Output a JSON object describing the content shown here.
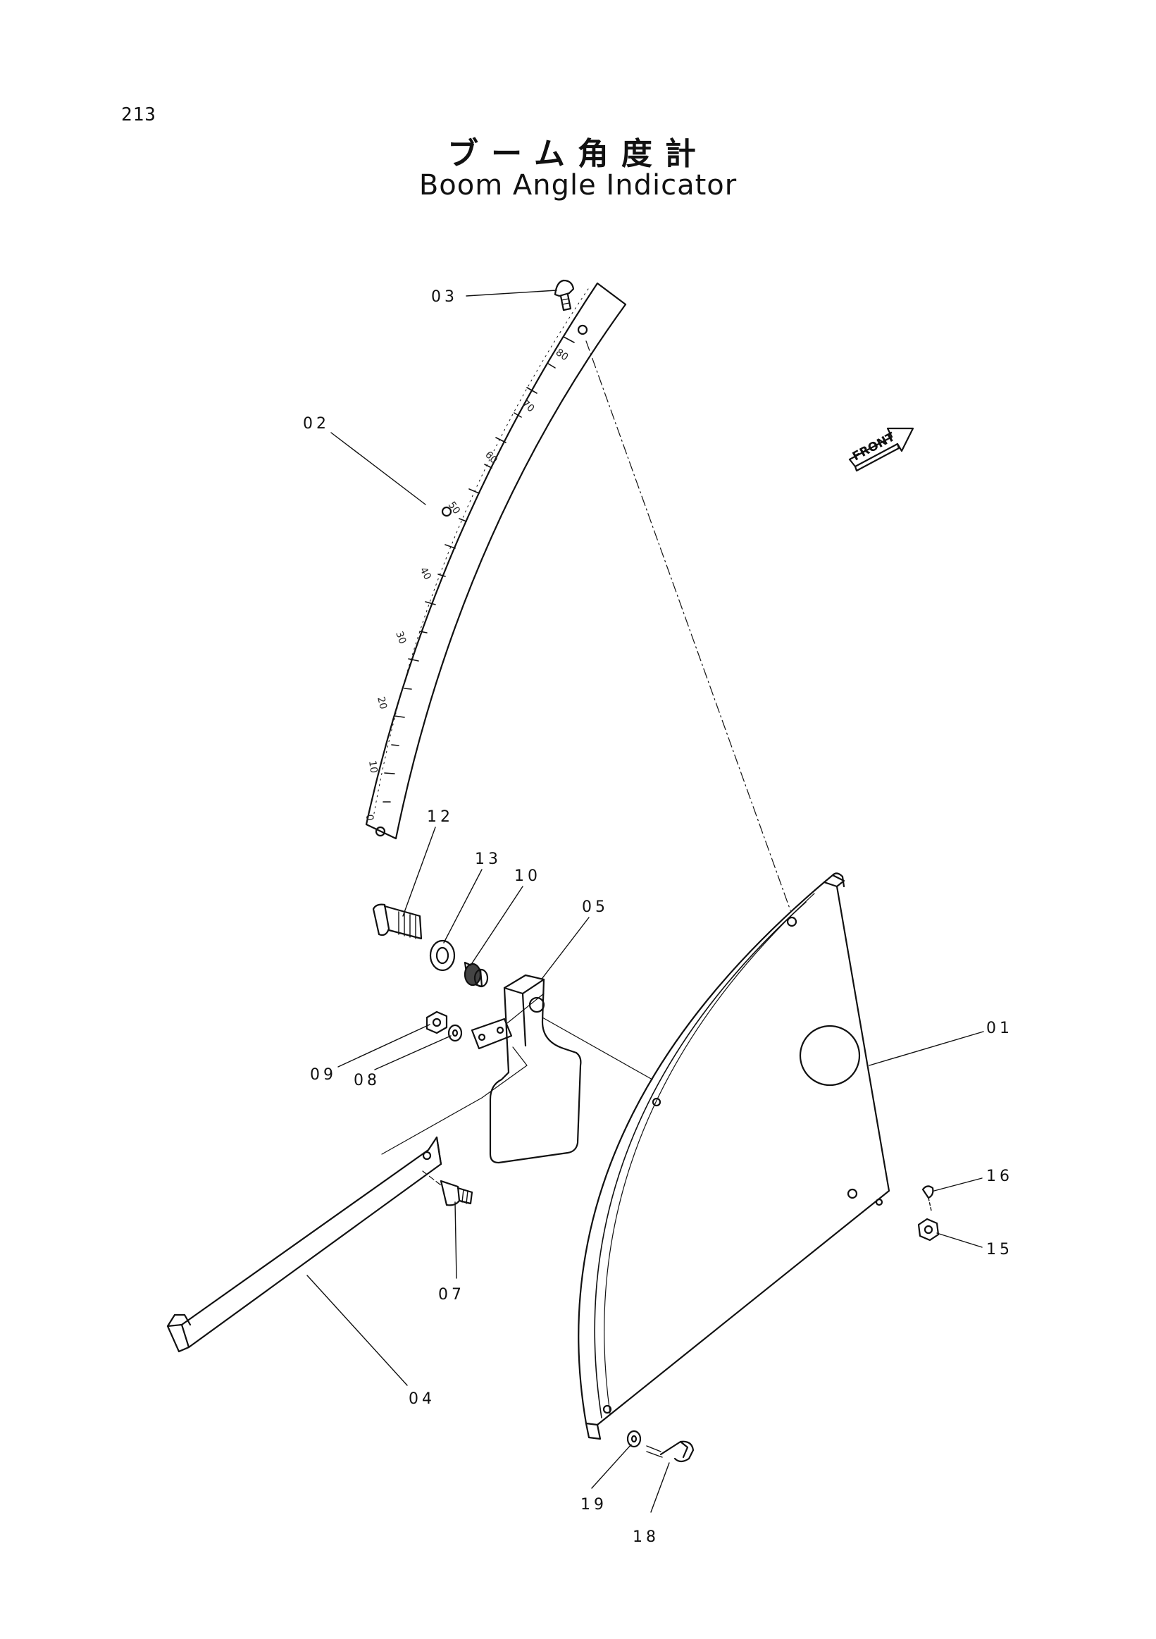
{
  "page_number": "213",
  "title_jp": "ブーム角度計",
  "title_en": "Boom Angle Indicator",
  "front_label": "FRONT",
  "scale_numbers": [
    "80",
    "70",
    "60",
    "50",
    "40",
    "30",
    "20",
    "10",
    "0"
  ],
  "parts": [
    {
      "id": "01",
      "label": "01"
    },
    {
      "id": "02",
      "label": "02"
    },
    {
      "id": "03",
      "label": "03"
    },
    {
      "id": "04",
      "label": "04"
    },
    {
      "id": "05",
      "label": "05"
    },
    {
      "id": "07",
      "label": "07"
    },
    {
      "id": "08",
      "label": "08"
    },
    {
      "id": "09",
      "label": "09"
    },
    {
      "id": "10",
      "label": "10"
    },
    {
      "id": "12",
      "label": "12"
    },
    {
      "id": "13",
      "label": "13"
    },
    {
      "id": "15",
      "label": "15"
    },
    {
      "id": "16",
      "label": "16"
    },
    {
      "id": "18",
      "label": "18"
    },
    {
      "id": "19",
      "label": "19"
    }
  ]
}
